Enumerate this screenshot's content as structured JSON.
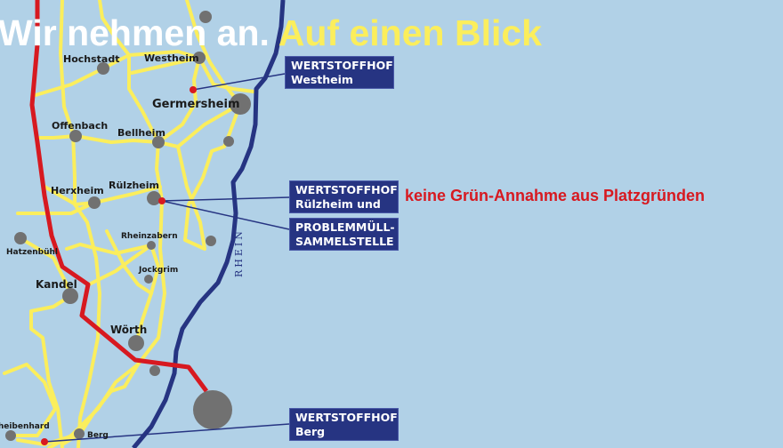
{
  "title": {
    "part1": "Wir nehmen an.",
    "part2": "Auf einen Blick"
  },
  "colors": {
    "background": "#b1d1e7",
    "roads": "#fbee5c",
    "highway": "#d71920",
    "river": "#263482",
    "towns": "#717171",
    "box": "#263482",
    "note": "#d71920"
  },
  "towns": [
    {
      "name": "Hochstadt"
    },
    {
      "name": "Westheim"
    },
    {
      "name": "Germersheim"
    },
    {
      "name": "Offenbach"
    },
    {
      "name": "Bellheim"
    },
    {
      "name": "Rülzheim"
    },
    {
      "name": "Herxheim"
    },
    {
      "name": "Hatzenbühl"
    },
    {
      "name": "Rheinzabern"
    },
    {
      "name": "Jockgrim"
    },
    {
      "name": "Kandel"
    },
    {
      "name": "Wörth"
    },
    {
      "name": "Scheibenhard"
    },
    {
      "name": "Berg"
    }
  ],
  "river_label": "RHEIN",
  "callouts": [
    {
      "line1": "WERTSTOFFHOF",
      "line2": "Westheim"
    },
    {
      "line1": "WERTSTOFFHOF",
      "line2": "Rülzheim und"
    },
    {
      "line1": "PROBLEMMÜLL-",
      "line2": "SAMMELSTELLE"
    },
    {
      "line1": "WERTSTOFFHOF",
      "line2": "Berg"
    }
  ],
  "note": "keine Grün-Annahme aus Platzgründen"
}
